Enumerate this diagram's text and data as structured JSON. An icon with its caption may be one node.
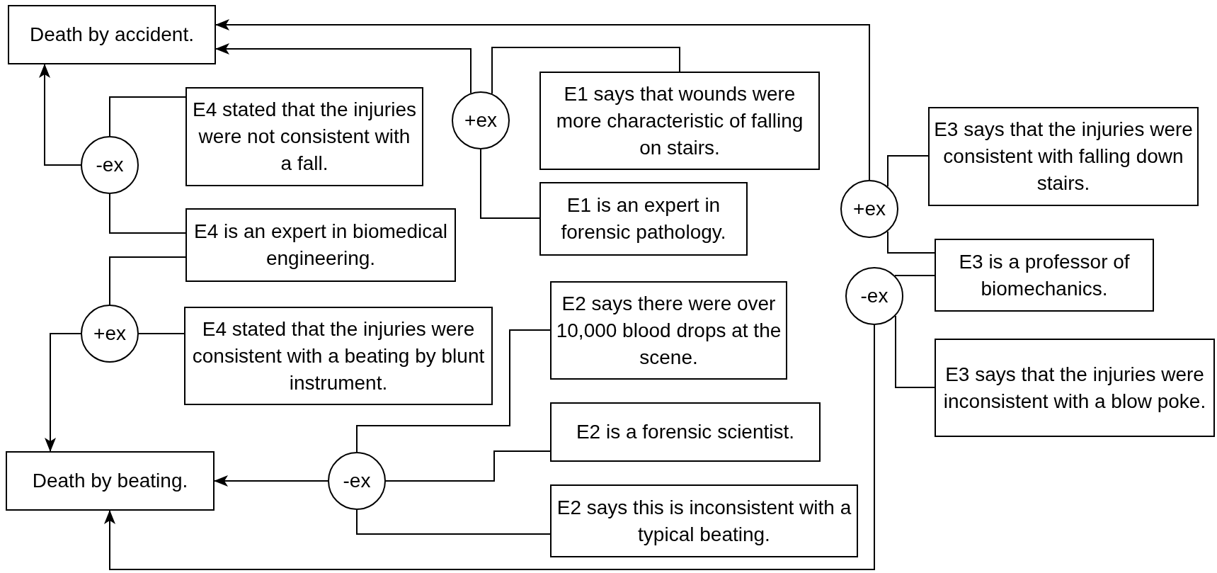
{
  "diagram": {
    "nodes": [
      {
        "text": [
          "Death by accident."
        ]
      },
      {
        "text": [
          "-ex"
        ]
      },
      {
        "text": [
          "E4 stated that the injuries were not consistent with a fall."
        ]
      },
      {
        "text": [
          "E4 is an expert in biomedical engineering."
        ]
      },
      {
        "text": [
          "+ex"
        ]
      },
      {
        "text": [
          "E1 says that wounds were more characteristic of falling on stairs."
        ]
      },
      {
        "text": [
          "E1 is an expert in forensic pathology."
        ]
      },
      {
        "text": [
          "+ex"
        ]
      },
      {
        "text": [
          "E3 says that the injuries were consistent with falling down stairs."
        ]
      },
      {
        "text": [
          "E3 is a professor of biomechanics."
        ]
      },
      {
        "text": [
          "-ex"
        ]
      },
      {
        "text": [
          "E3 says that the injuries were inconsistent with a blow poke."
        ]
      },
      {
        "text": [
          "+ex"
        ]
      },
      {
        "text": [
          "E4 stated that the injuries were consistent with a beating by blunt instrument."
        ]
      },
      {
        "text": [
          "E2 says there were over 10,000 blood drops at the scene."
        ]
      },
      {
        "text": [
          "E2 is a forensic scientist."
        ]
      },
      {
        "text": [
          "E2 says this is inconsistent with a typical beating."
        ]
      },
      {
        "text": [
          "-ex"
        ]
      },
      {
        "text": [
          "Death by beating."
        ]
      }
    ],
    "edges": [
      {
        "from": 2,
        "to": 1,
        "arrow": "none"
      },
      {
        "from": 3,
        "to": 1,
        "arrow": "none"
      },
      {
        "from": 1,
        "to": 0,
        "arrow": "to"
      },
      {
        "from": 5,
        "to": 4,
        "arrow": "none"
      },
      {
        "from": 6,
        "to": 4,
        "arrow": "none"
      },
      {
        "from": 4,
        "to": 0,
        "arrow": "to"
      },
      {
        "from": 8,
        "to": 7,
        "arrow": "none"
      },
      {
        "from": 9,
        "to": 7,
        "arrow": "none"
      },
      {
        "from": 7,
        "to": 0,
        "arrow": "to"
      },
      {
        "from": 9,
        "to": 10,
        "arrow": "none"
      },
      {
        "from": 11,
        "to": 10,
        "arrow": "none"
      },
      {
        "from": 10,
        "to": 18,
        "arrow": "to"
      },
      {
        "from": 13,
        "to": 12,
        "arrow": "none"
      },
      {
        "from": 3,
        "to": 12,
        "arrow": "none"
      },
      {
        "from": 12,
        "to": 18,
        "arrow": "to"
      },
      {
        "from": 14,
        "to": 17,
        "arrow": "none"
      },
      {
        "from": 15,
        "to": 17,
        "arrow": "none"
      },
      {
        "from": 16,
        "to": 17,
        "arrow": "none"
      },
      {
        "from": 17,
        "to": 18,
        "arrow": "to"
      }
    ]
  }
}
